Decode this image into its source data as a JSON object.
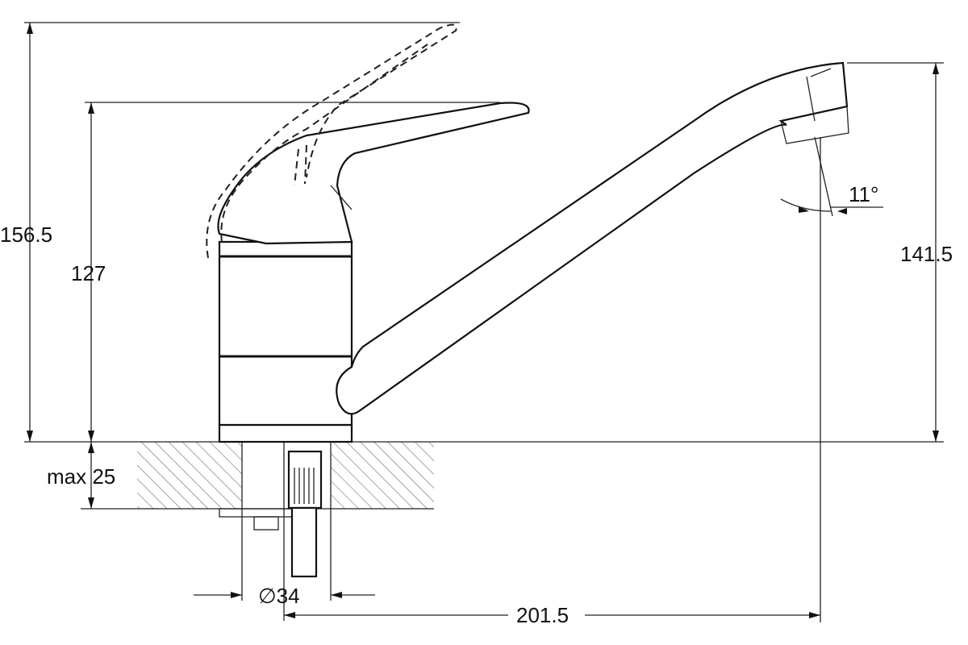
{
  "dimensions": {
    "total_height": "156.5",
    "handle_height": "127",
    "spout_height": "141.5",
    "spout_reach": "201.5",
    "counter_thickness": "max 25",
    "hole_diameter": "∅34",
    "spout_angle": "11°"
  }
}
